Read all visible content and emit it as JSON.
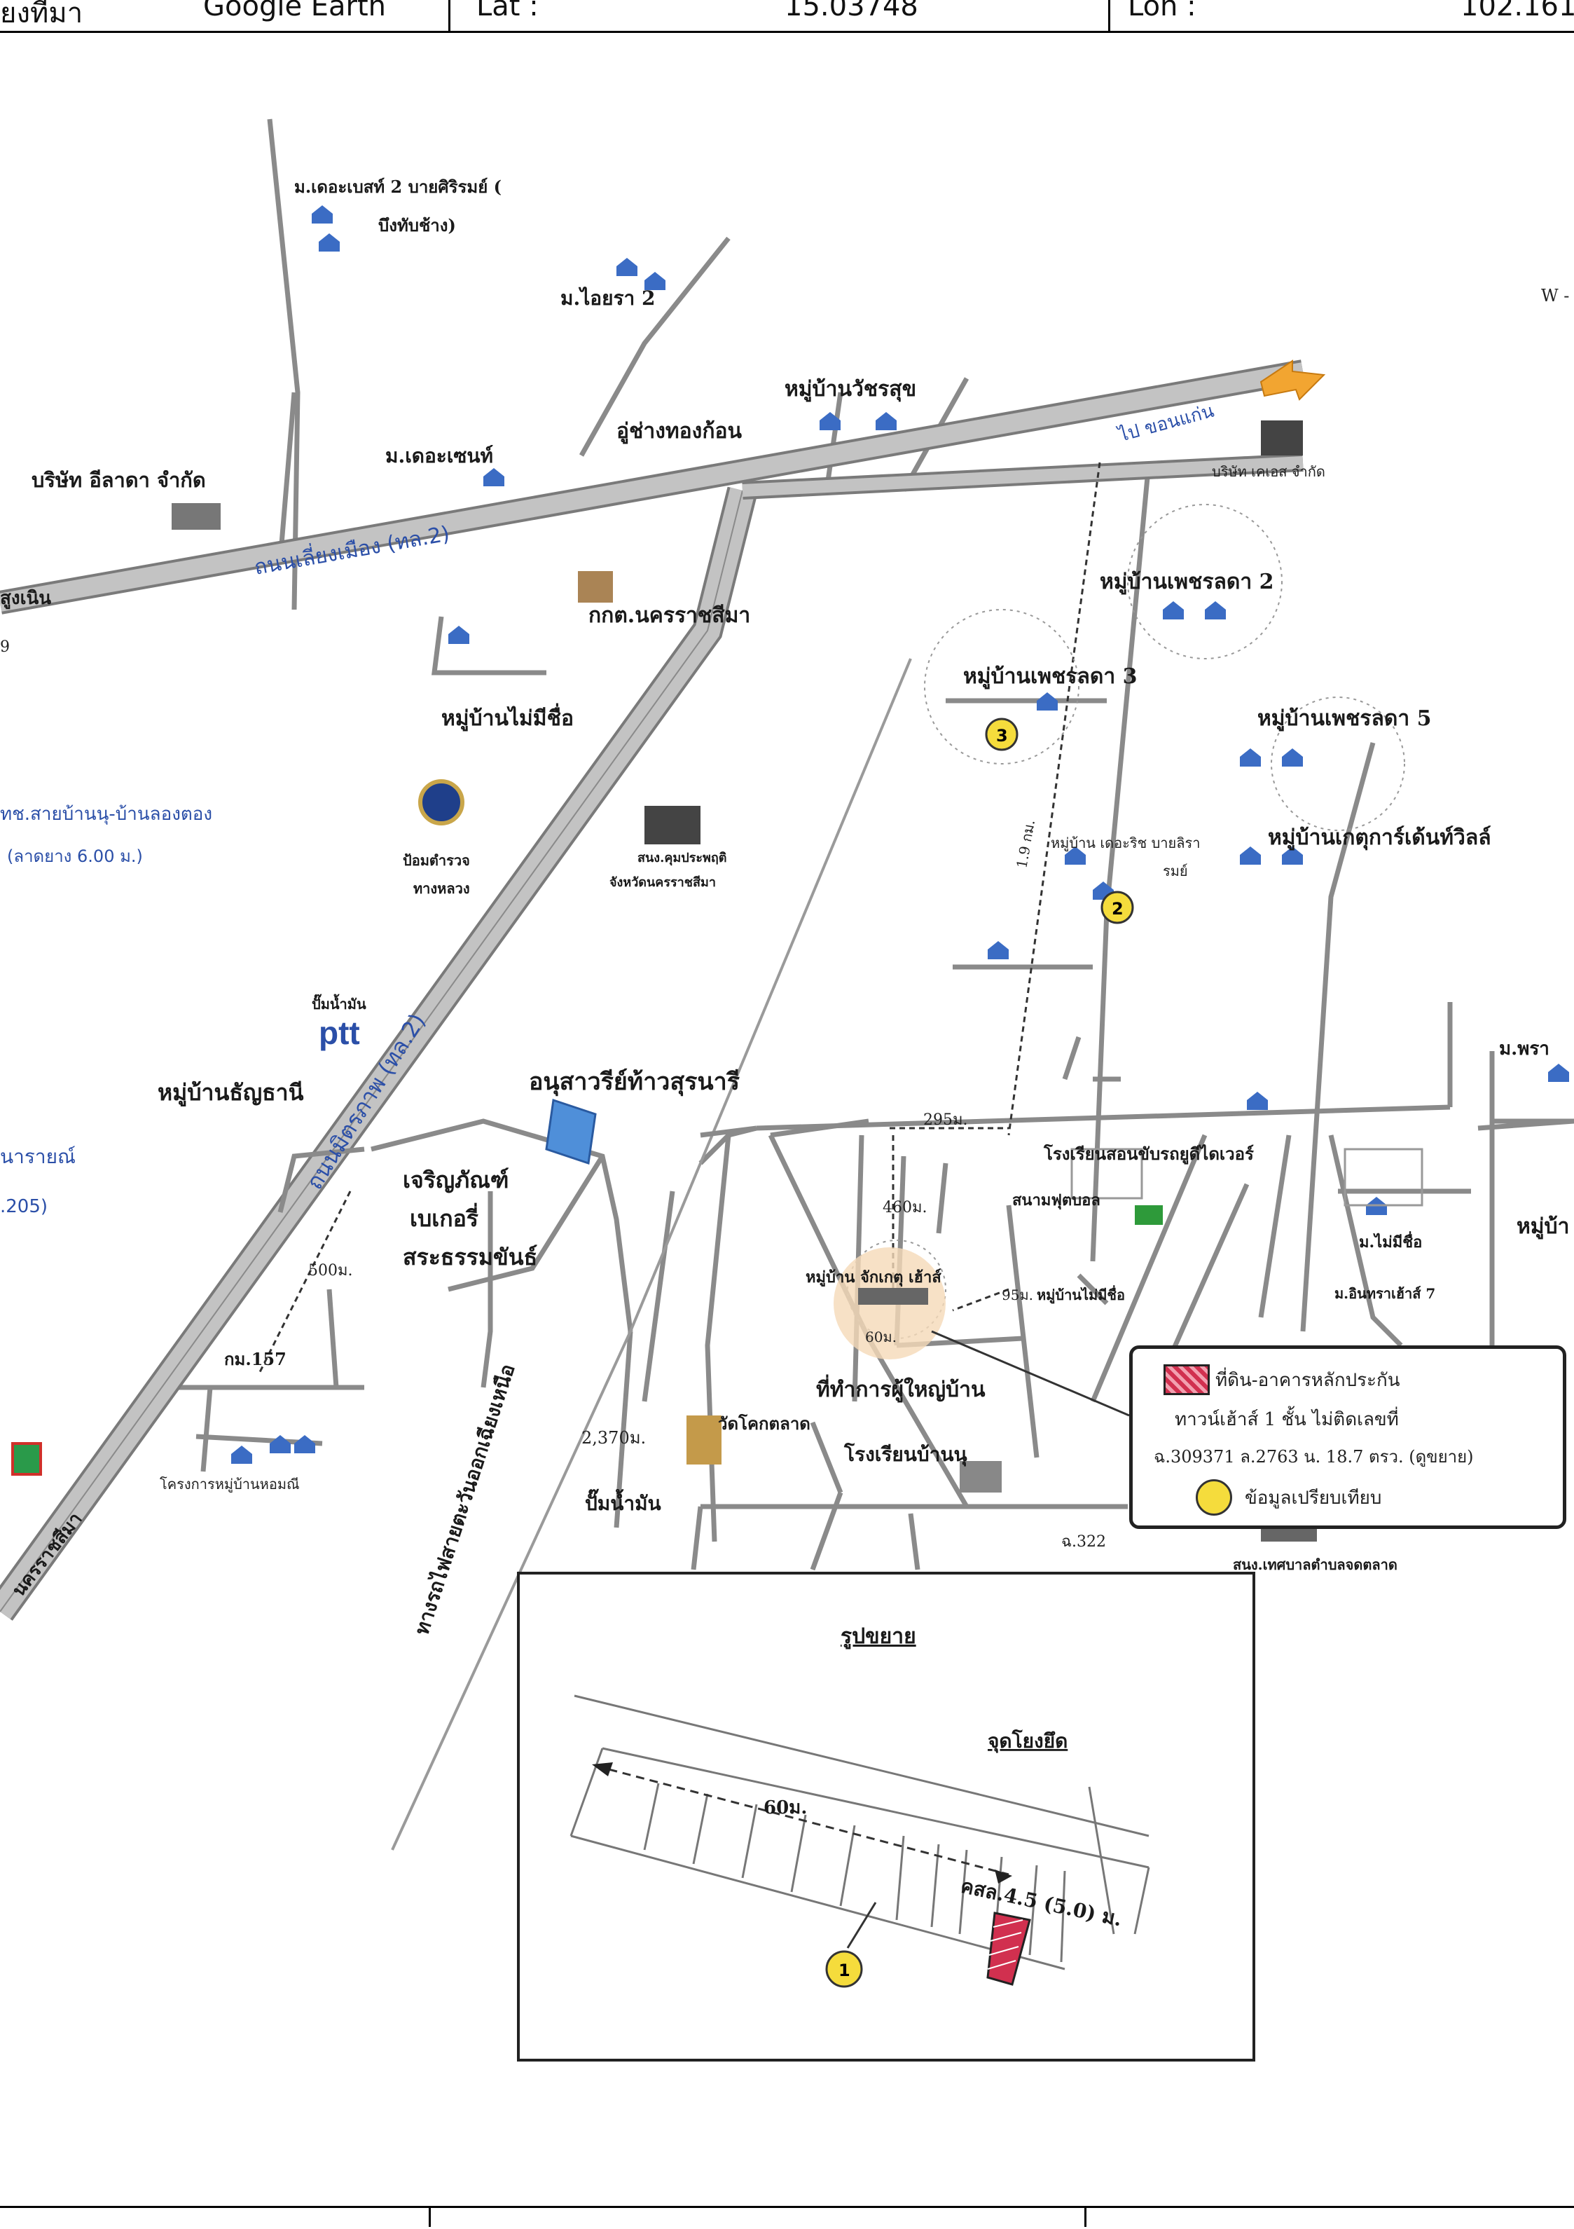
{
  "header": {
    "source_value": "Google Earth",
    "lat_label": "Lat :",
    "lat_value": "15.03748",
    "lon_label": "Lon :",
    "lon_value": "102.161"
  },
  "places": {
    "the_seasons2": "ม.เดอะเบสท์ 2 บายศิริรมย์ (",
    "the_seasons2_b": "บึงทับช้าง)",
    "m_ayra2": "ม.ไอยรา 2",
    "vatchara_village": "หมู่บ้านวัชรสุข",
    "u_chang_thong": "อู่ช่างทองก้อน",
    "m_the_season": "ม.เดอะเซนท์",
    "elada_company": "บริษัท อีลาดา จำกัด",
    "sungnoen": "สูงเนิน",
    "lieng_mueang_road": "ถนนเลี่ยงเมือง (ทล.2)",
    "kkt": "กกต.นครราชสีมา",
    "khon_kaen": "ไป ขอนแก่น",
    "ks_company": "บริษัท เคเอส จำกัด",
    "phetlada2": "หมู่บ้านเพชรลดา 2",
    "phetlada3": "หมู่บ้านเพชรลดา 3",
    "phetlada5": "หมู่บ้านเพชรลดา 5",
    "no_name_village": "หมู่บ้านไม่มีชื่อ",
    "road_ban_nu": "ทช.สายบ้านนุ-บ้านลองตอง",
    "road_width": "(ลาดยาง 6.00 ม.)",
    "police_box": "ป้อมตำรวจ",
    "police_box_b": "ทางหลวง",
    "dsd_office": "สนง.คุมประพฤติ",
    "dsd_office_b": "จังหวัดนครราชสีมา",
    "num_19": "9",
    "the_rich_village": "หมู่บ้าน เดอะริช บายลิรา",
    "the_rich_village_b": "รมย์",
    "kaset_village": "หมู่บ้านเกตุการ์เด้นท์วิลล์",
    "dist_19km": "1.9 กม.",
    "gas_station_label": "ปั๊มน้ำมัน",
    "ptt_logo": "ptt",
    "mittraphap_road": "ถนนมิตรภาพ (ทล.2)",
    "thanyathani_village": "หมู่บ้านธัญธานี",
    "narai": "นารายณ์",
    "num_205": ".205)",
    "monument": "อนุสาวรีย์ท้าวสุรนารี",
    "jaroenphan": "เจริญภัณฑ์",
    "bakery": "เบเกอรี่",
    "satham": "สระธรรมขันธ์",
    "dist_500": "500ม.",
    "dist_295": "295ม.",
    "dist_460": "460ม.",
    "dist_95": "95ม.",
    "dist_2370": "2,370ม.",
    "dist_60": "60ม.",
    "driving_school": "โรงเรียนสอนขับรถยูดีไดเวอร์",
    "football_field": "สนามฟุตบอล",
    "m_no_name": "ม.ไม่มีชื่อ",
    "m_intara7": "ม.อินทราเฮ้าส์ 7",
    "m_phra": "ม.พรา",
    "moo_ban_right": "หมู่บ้า",
    "jakket_village": "หมู่บ้าน จักเกตุ เฮ้าส์",
    "no_name_village2": "หมู่บ้านไม่มีชื่อ",
    "km157": "กม.157",
    "home_project": "โครงการหมู่บ้านหอมณี",
    "village_head_office": "ที่ทำการผู้ใหญ่บ้าน",
    "wat_khok": "วัดโคกตลาด",
    "ban_nu_school": "โรงเรียนบ้านนุ",
    "gas_station2": "ปั๊มน้ำมัน",
    "railway": "ทางรถไฟสายตะวันออกเฉียงเหนือ",
    "korat_road": "นครราชสีมา",
    "km322": "ฉ.322",
    "tambon_office": "สนง.เทศบาลตำบลจดตลาด",
    "w_label": "W -"
  },
  "inset": {
    "title": "รูปขยาย",
    "anchor": "จุดโยงยึด",
    "dist": "60ม.",
    "alley": "คสล.4.5 (5.0) ม."
  },
  "markers": [
    "1",
    "2",
    "3"
  ],
  "legend": {
    "property_line1": "ที่ดิน-อาคารหลักประกัน",
    "property_line2": "ทาวน์เฮ้าส์ 1 ชั้น ไม่ติดเลขที่",
    "property_line3": "ฉ.309371 ล.2763 น. 18.7 ตรว. (ดูขยาย)",
    "comparison": "ข้อมูลเปรียบเทียบ"
  },
  "colors": {
    "road_fill": "#c3c3c3",
    "road_edge": "#7a7a7a",
    "street": "#8a8a8a",
    "marker_fill": "#f5dc3c",
    "property_hatch": "#d1304f",
    "blue_text": "#2b4fa8",
    "arrow": "#f2a531"
  }
}
